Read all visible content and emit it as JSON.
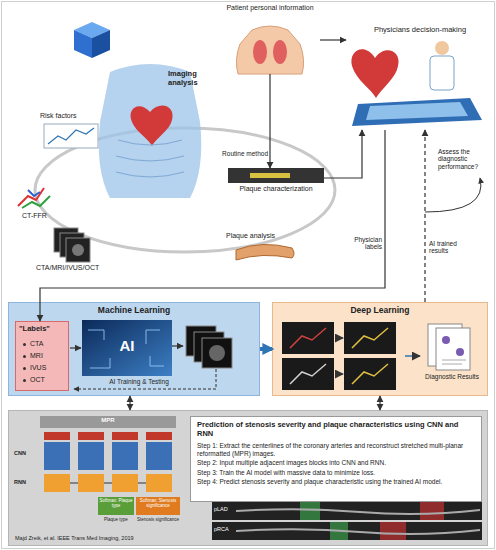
{
  "diagram": {
    "nodes": [
      {
        "text": [
          "Patient personal information"
        ]
      },
      {
        "text": [
          "Physicians decision-making"
        ]
      },
      {
        "text": [
          "Imaging analysis"
        ]
      },
      {
        "text": [
          "Plaque characterization"
        ]
      },
      {
        "text": [
          "Machine Learning"
        ]
      },
      {
        "text": [
          "\"Labels\"",
          "CTA",
          "MRI",
          "IVUS",
          "OCT"
        ],
        "in": 4
      },
      {
        "text": [
          "Deep Learning"
        ]
      },
      {
        "text": [
          "Diagnostic Results"
        ],
        "in": 6
      },
      {
        "text": [
          "Majd Zreik, et al. IEEE Trans Med Imaging, 2019"
        ]
      },
      {
        "text": [
          "Prediction of stenosis severity and plaque characteristics using CNN and RNN",
          "Step 1: Extract the centerlines of the coronary arteries and reconstruct stretched multi-planar reformatted (MPR) images.",
          "Step 2: Input multiple adjacent images blocks into CNN and RNN.",
          "Step 3: Train the AI model with massive data to minimize loss.",
          "Step 4: Predict stenosis severity and plaque characteristic using the trained AI model."
        ],
        "in": 8
      }
    ],
    "edges": [
      {
        "from": 0,
        "to": 1,
        "arrow": "to"
      },
      {
        "from": 0,
        "to": 3,
        "arrow": "to"
      },
      {
        "from": 3,
        "to": 1,
        "arrow": "to",
        "label": "Routine method"
      },
      {
        "from": 1,
        "to": 5,
        "arrow": "to",
        "label": "Physician labels"
      },
      {
        "from": 6,
        "to": 1,
        "arrow": "to",
        "label": "AI trained results"
      },
      {
        "from": 4,
        "to": 6,
        "arrow": "to"
      },
      {
        "from": 4,
        "to": 8,
        "arrow": "both"
      },
      {
        "from": 6,
        "to": 8,
        "arrow": "both"
      }
    ],
    "labels": [
      "Risk factors",
      "CT-FFR",
      "CTA/MRI/IVUS/OCT",
      "Plaque analysis",
      "Assess the diagnostic performance?",
      "AI",
      "AI Training & Testing",
      "MPR",
      "CNN",
      "RNN",
      "Softmax: Plaque type",
      "Softmax: Stenosis significance",
      "Plaque type",
      "Stenosis significance",
      "pLAD",
      "pRCA"
    ]
  }
}
